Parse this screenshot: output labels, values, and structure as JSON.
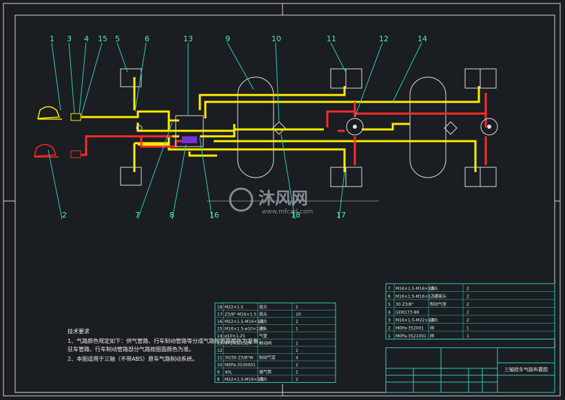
{
  "callouts": [
    "1",
    "2",
    "3",
    "4",
    "15",
    "5",
    "6",
    "7",
    "8",
    "13",
    "16",
    "9",
    "10",
    "18",
    "11",
    "12",
    "17",
    "14"
  ],
  "watermark": {
    "brand": "沐风网",
    "url": "www.mfcad.com"
  },
  "notes": {
    "title": "技术要求",
    "line1": "1、气路颜色规定如下：供气管路、行车制动管路等分成气路按图面颜色为准备；",
    "line2": "驻车管路、行车制动管路部分气路按图面颜色为准。",
    "line3": "2、本图适用于三轴（不带ABS）原车气路制动系统。"
  },
  "bom_left": [
    {
      "no": "18",
      "spec": "M22×1.5",
      "name": "接头",
      "qty": "2"
    },
    {
      "no": "17",
      "spec": "Z3/8\"-M16×1.5",
      "name": "接头",
      "qty": "10"
    },
    {
      "no": "16",
      "spec": "M22×1.5-M16×1.5",
      "name": "接头",
      "qty": "2"
    },
    {
      "no": "15",
      "spec": "M16×1.5-ø10×1.25",
      "name": "接头",
      "qty": "1"
    },
    {
      "no": "14",
      "spec": "ø10×1.25",
      "name": "气管",
      "qty": ""
    },
    {
      "no": "13",
      "spec": "9710021520",
      "name": "继动阀",
      "qty": "1"
    },
    {
      "no": "12",
      "spec": "",
      "name": "",
      "qty": "2"
    },
    {
      "no": "11",
      "spec": "30/30 Z3/8\"W",
      "name": "制动气室",
      "qty": "4"
    },
    {
      "no": "10",
      "spec": "M0Pa-3530001",
      "name": "",
      "qty": "2"
    },
    {
      "no": "9",
      "spec": "40L",
      "name": "储气筒",
      "qty": "2"
    },
    {
      "no": "8",
      "spec": "M22×1.5-M16×1.5",
      "name": "接头",
      "qty": "2"
    }
  ],
  "bom_right": [
    {
      "no": "7",
      "spec": "M16×1.5-M16×1.5",
      "name": "接头",
      "qty": "2"
    },
    {
      "no": "6",
      "spec": "M16×1.5-M16×1.5",
      "name": "三通接头",
      "qty": "2"
    },
    {
      "no": "5",
      "spec": "30 Z3/8\"",
      "name": "制动气室",
      "qty": "2"
    },
    {
      "no": "4",
      "spec": "GD6173-86",
      "name": "",
      "qty": "2"
    },
    {
      "no": "3",
      "spec": "M16×1.5-M22×1.5",
      "name": "接头",
      "qty": "2"
    },
    {
      "no": "2",
      "spec": "M0Pa-352001",
      "name": "阀",
      "qty": "1"
    },
    {
      "no": "1",
      "spec": "M0Pa-3521001",
      "name": "阀",
      "qty": "1"
    }
  ],
  "drawing_title": "三轴挂车气路布置图",
  "colors": {
    "supply": "#ffee00",
    "control": "#ff2a2a",
    "line": "#2ed1b8",
    "frame": "#d8d8d8",
    "label": "#4ff0c0"
  }
}
